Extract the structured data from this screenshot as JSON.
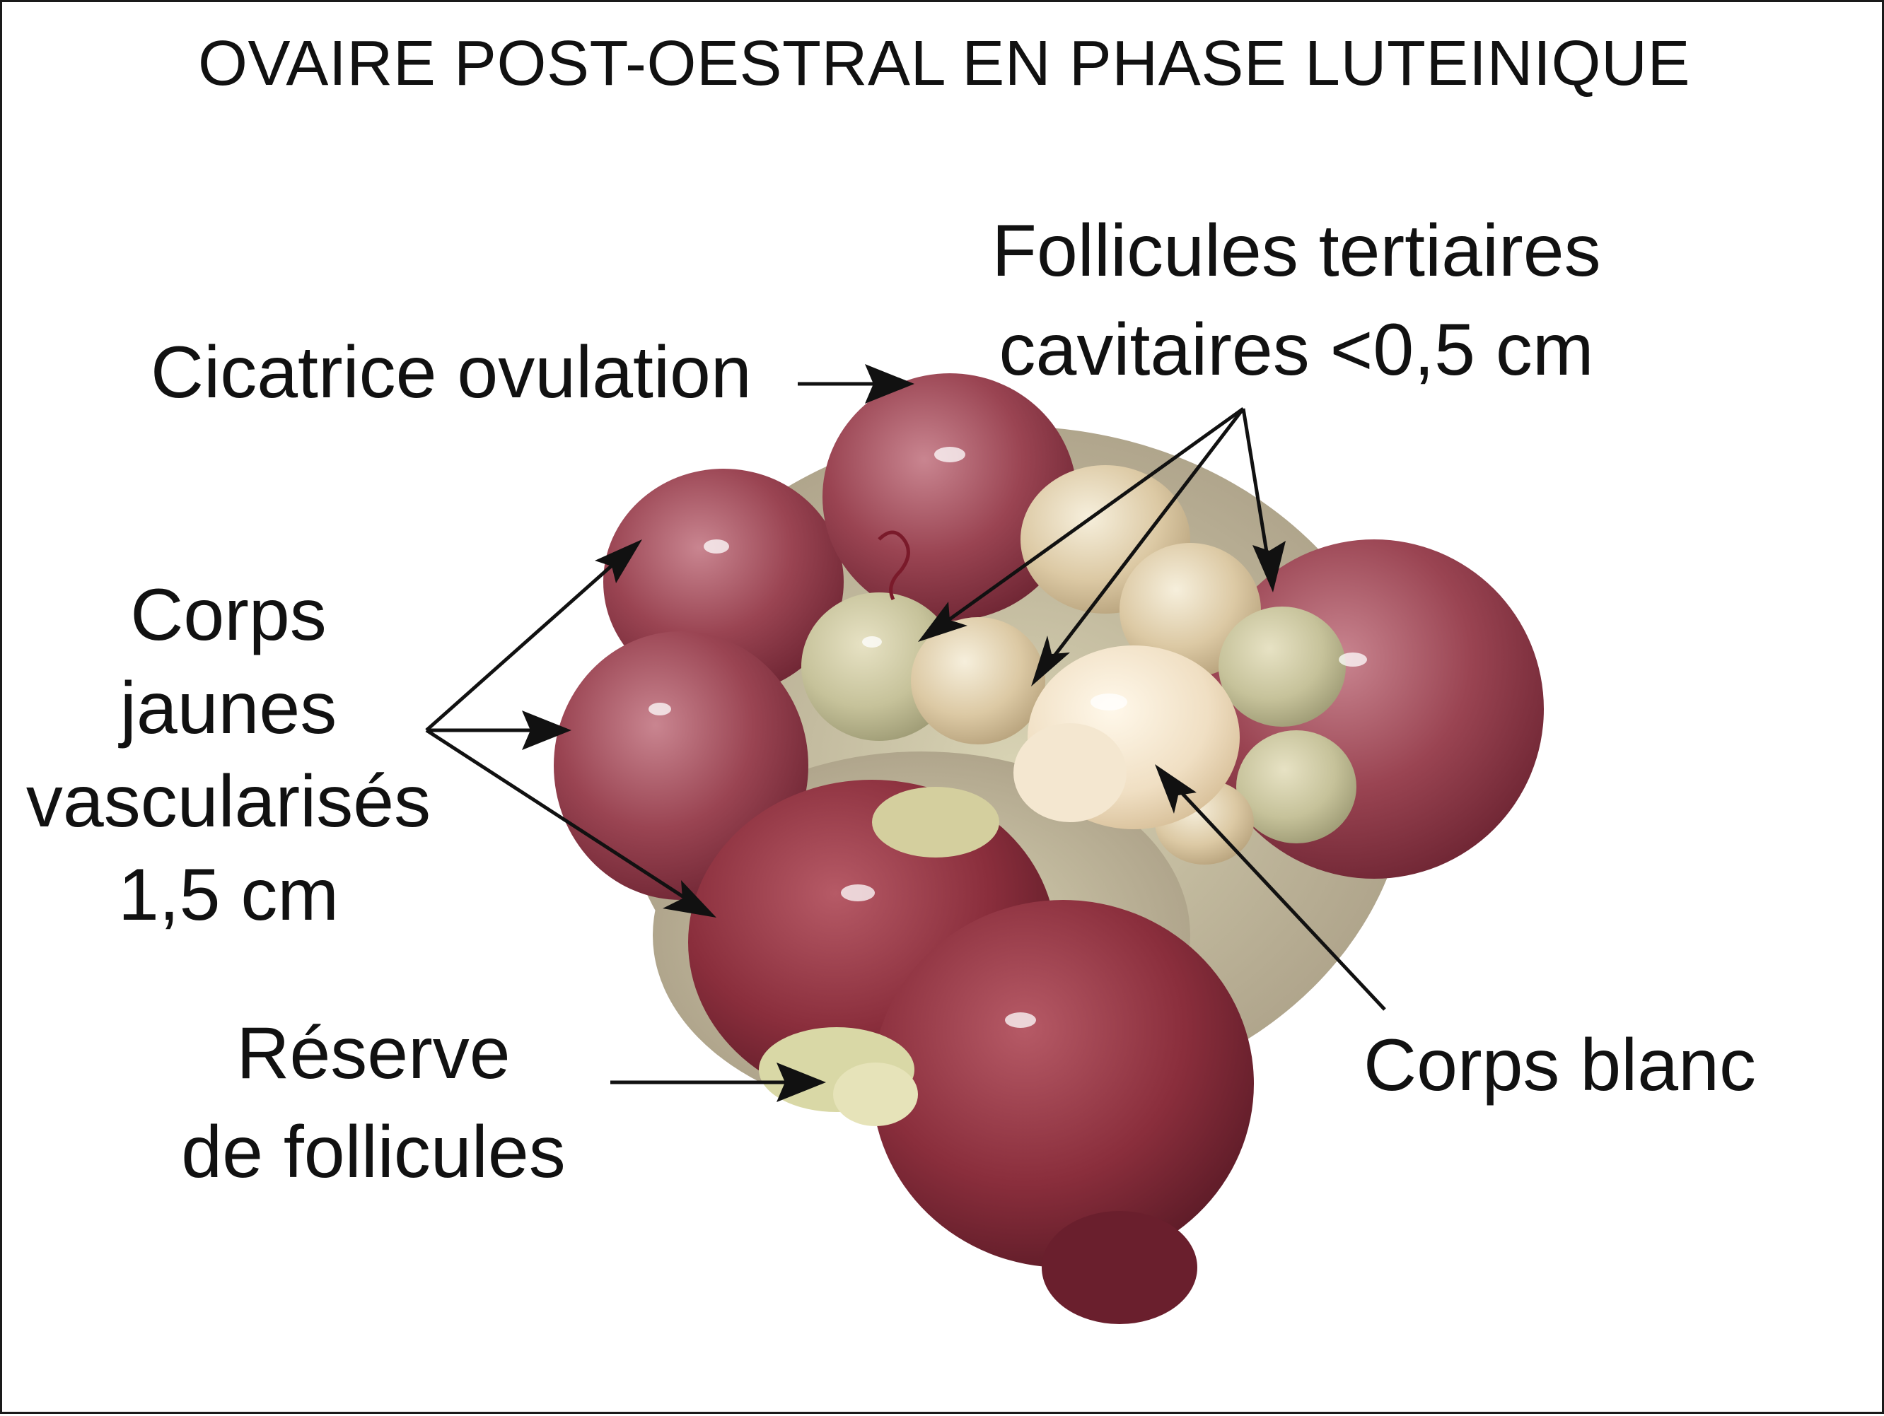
{
  "title": "OVAIRE POST-OESTRAL EN PHASE LUTEINIQUE",
  "labels": {
    "cicatrice": "Cicatrice ovulation",
    "follicules_tertiaires": [
      "Follicules tertiaires",
      "cavitaires <0,5 cm"
    ],
    "corps_jaunes": [
      "Corps",
      "jaunes",
      "vascularisés",
      "1,5 cm"
    ],
    "reserve": [
      "Réserve",
      "de follicules"
    ],
    "corps_blanc": "Corps blanc"
  },
  "colors": {
    "background": "#ffffff",
    "text": "#111111",
    "corpus_luteum": "#8c3a48",
    "corpus_luteum_light": "#b8707e",
    "follicle": "#e9dcc2",
    "corpus_albicans": "#f2e4cf",
    "arrow": "#111111"
  }
}
